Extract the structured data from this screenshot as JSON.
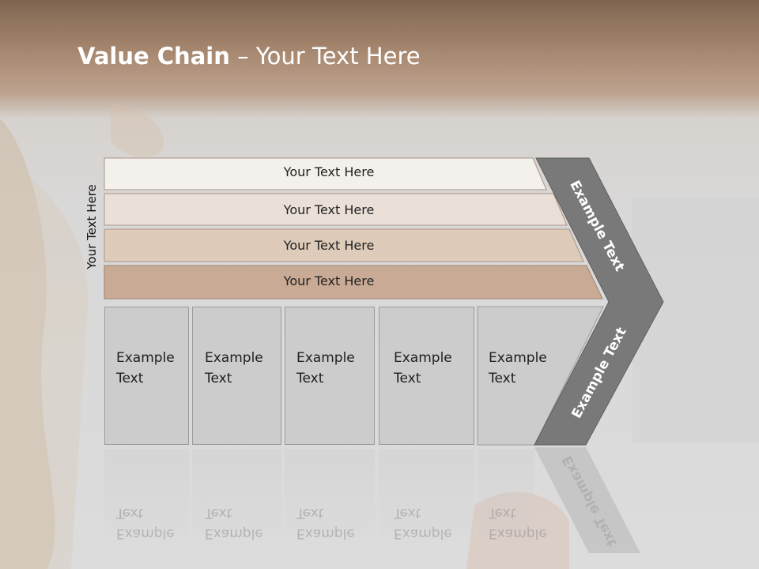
{
  "title": {
    "bold": "Value Chain",
    "rest": " – Your Text Here"
  },
  "vertical_label": "Your Text Here",
  "bars": [
    {
      "label": "Your Text Here",
      "color": "#f4f0ec"
    },
    {
      "label": "Your Text Here",
      "color": "#eae0d8"
    },
    {
      "label": "Your Text Here",
      "color": "#dfcbba"
    },
    {
      "label": "Your Text Here",
      "color": "#c9ab95"
    }
  ],
  "boxes": [
    {
      "line1": "Example",
      "line2": "Text"
    },
    {
      "line1": "Example",
      "line2": "Text"
    },
    {
      "line1": "Example",
      "line2": "Text"
    },
    {
      "line1": "Example",
      "line2": "Text"
    },
    {
      "line1": "Example",
      "line2": "Text"
    }
  ],
  "chevron": {
    "top_label": "Example Text",
    "bottom_label": "Example Text",
    "color": "#797979"
  }
}
